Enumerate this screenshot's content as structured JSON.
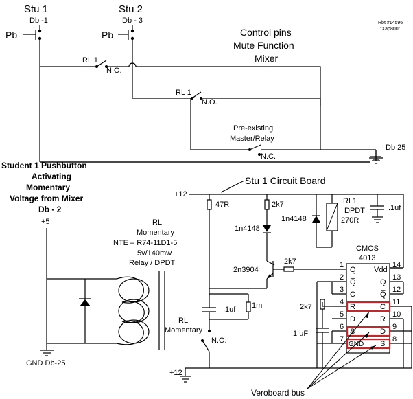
{
  "headings": {
    "stu1": "Stu 1",
    "stu1_db": "Db -1",
    "stu2": "Stu 2",
    "stu2_db": "Db - 3",
    "pb1": "Pb",
    "pb2": "Pb",
    "ref1": "Rbt #14596",
    "ref2": "\"Xap800\"",
    "control1": "Control pins",
    "control2": "Mute Function",
    "control3": "Mixer"
  },
  "top_circuit": {
    "rl1a": "RL 1",
    "rl1a_no": "N.O.",
    "rl1b": "RL 1",
    "rl1b_no": "N.O.",
    "preexist1": "Pre-existing",
    "preexist2": "Master/Relay",
    "nc": "N.C.",
    "db25": "Db 25"
  },
  "left_block": {
    "title1": "Student 1 Pushbutton",
    "title2": "Activating",
    "title3": "Momentary",
    "title4": "Voltage from Mixer",
    "title5": "Db - 2",
    "plus5": "+5",
    "rl": "RL",
    "momentary": "Momentary",
    "part": "NTE – R74-11D1-5",
    "rating": "5v/140mw",
    "type": "Relay / DPDT",
    "gnd": "GND Db-25"
  },
  "board": {
    "title": "Stu 1 Circuit Board",
    "plus12": "+12",
    "plus12b": "+12",
    "r47": "47R",
    "r2k7a": "2k7",
    "d1": "1n4148",
    "d2": "1n4148",
    "rl1": "RL1",
    "dpdt": "DPDT",
    "r270": "270R",
    "cap1uf": ".1uf",
    "transistor": "2n3904",
    "r2k7b": "2k7",
    "r2k7c": "2k7",
    "cmos": "CMOS",
    "chip": "4013",
    "cap1uf_b": ".1uf",
    "r1m": "1m",
    "rl_mom1": "RL",
    "rl_mom2": "Momentary",
    "rl_no": "N.O.",
    "cap_1uF": ".1 uF",
    "bus": "Veroboard bus"
  },
  "chip_pins": {
    "left_numbers": [
      "1",
      "2",
      "3",
      "4",
      "5",
      "6",
      "7"
    ],
    "left_labels": [
      "Q",
      "Q̅",
      "C",
      "R",
      "D",
      "S",
      "GND"
    ],
    "right_numbers": [
      "14",
      "13",
      "12",
      "11",
      "10",
      "9",
      "8"
    ],
    "right_labels": [
      "Vdd",
      "Q",
      "Q̅",
      "C",
      "R",
      "D",
      "S"
    ]
  }
}
